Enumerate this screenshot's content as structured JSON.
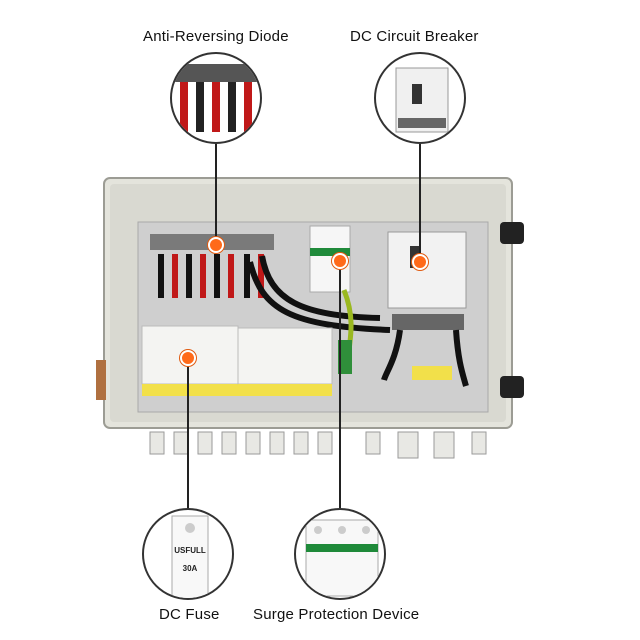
{
  "labels": {
    "anti_reversing_diode": "Anti-Reversing Diode",
    "dc_circuit_breaker": "DC Circuit Breaker",
    "dc_fuse": "DC Fuse",
    "surge_protection_device": "Surge Protection Device"
  },
  "fuse_brand": "USFULL",
  "fuse_rating": "30A",
  "colors": {
    "enclosure": "#e4e4dc",
    "backplate": "#cfcfcf",
    "accent_dot": "#ff6a1a",
    "terminal_label": "#f2e04a"
  }
}
